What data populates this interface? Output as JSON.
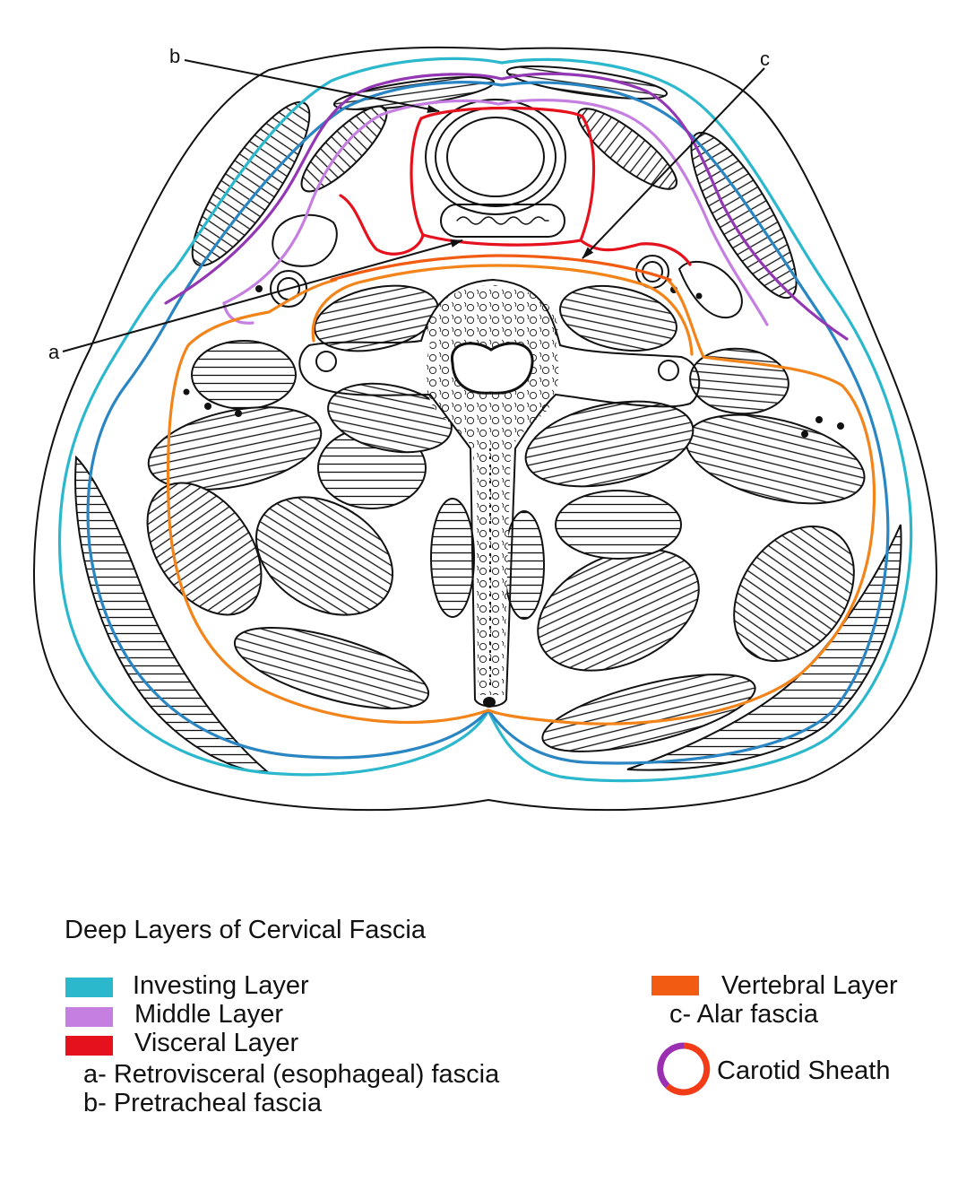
{
  "diagram": {
    "labels": {
      "a": "a",
      "b": "b",
      "c": "c"
    }
  },
  "colors": {
    "investing": "#2bb8cd",
    "investing_dark": "#2a86c2",
    "middle": "#c57fe0",
    "middle_dark": "#9437b4",
    "visceral": "#e5111d",
    "vertebral": "#f25c12",
    "vertebral_line": "#f2841a",
    "carotid_purple": "#9b2fb2",
    "carotid_red": "#f23c18"
  },
  "legend": {
    "title": "Deep Layers of Cervical Fascia",
    "investing": "Investing Layer",
    "middle": "Middle Layer",
    "visceral": "Visceral Layer",
    "retrovisceral": "a- Retrovisceral (esophageal) fascia",
    "pretracheal": "b- Pretracheal fascia",
    "vertebral": "Vertebral Layer",
    "alar": "c- Alar fascia",
    "carotid": "Carotid Sheath"
  }
}
